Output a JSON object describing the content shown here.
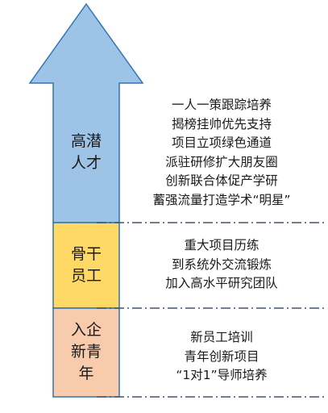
{
  "colors": {
    "arrow_fill": "#9dc3e6",
    "arrow_stroke": "#2e75b6",
    "backbone_fill": "#ffd966",
    "backbone_stroke": "#2e75b6",
    "newcomer_fill": "#f8cbad",
    "newcomer_stroke": "#2e75b6",
    "divider": "#44546a"
  },
  "tiers": [
    {
      "id": "high-potential",
      "label_lines": [
        "高潜",
        "人才"
      ],
      "items": [
        "一人一策跟踪培养",
        "揭榜挂帅优先支持",
        "项目立项绿色通道",
        "派驻研修扩大朋友圈",
        "创新联合体促产学研",
        "蓄强流量打造学术“明星”"
      ]
    },
    {
      "id": "backbone",
      "label_lines": [
        "骨干",
        "员工"
      ],
      "items": [
        "重大项目历练",
        "到系统外交流锻炼",
        "加入高水平研究团队"
      ]
    },
    {
      "id": "newcomer",
      "label_lines": [
        "入企",
        "新青",
        "年"
      ],
      "items": [
        "新员工培训",
        "青年创新项目",
        "“1对1”导师培养"
      ]
    }
  ]
}
